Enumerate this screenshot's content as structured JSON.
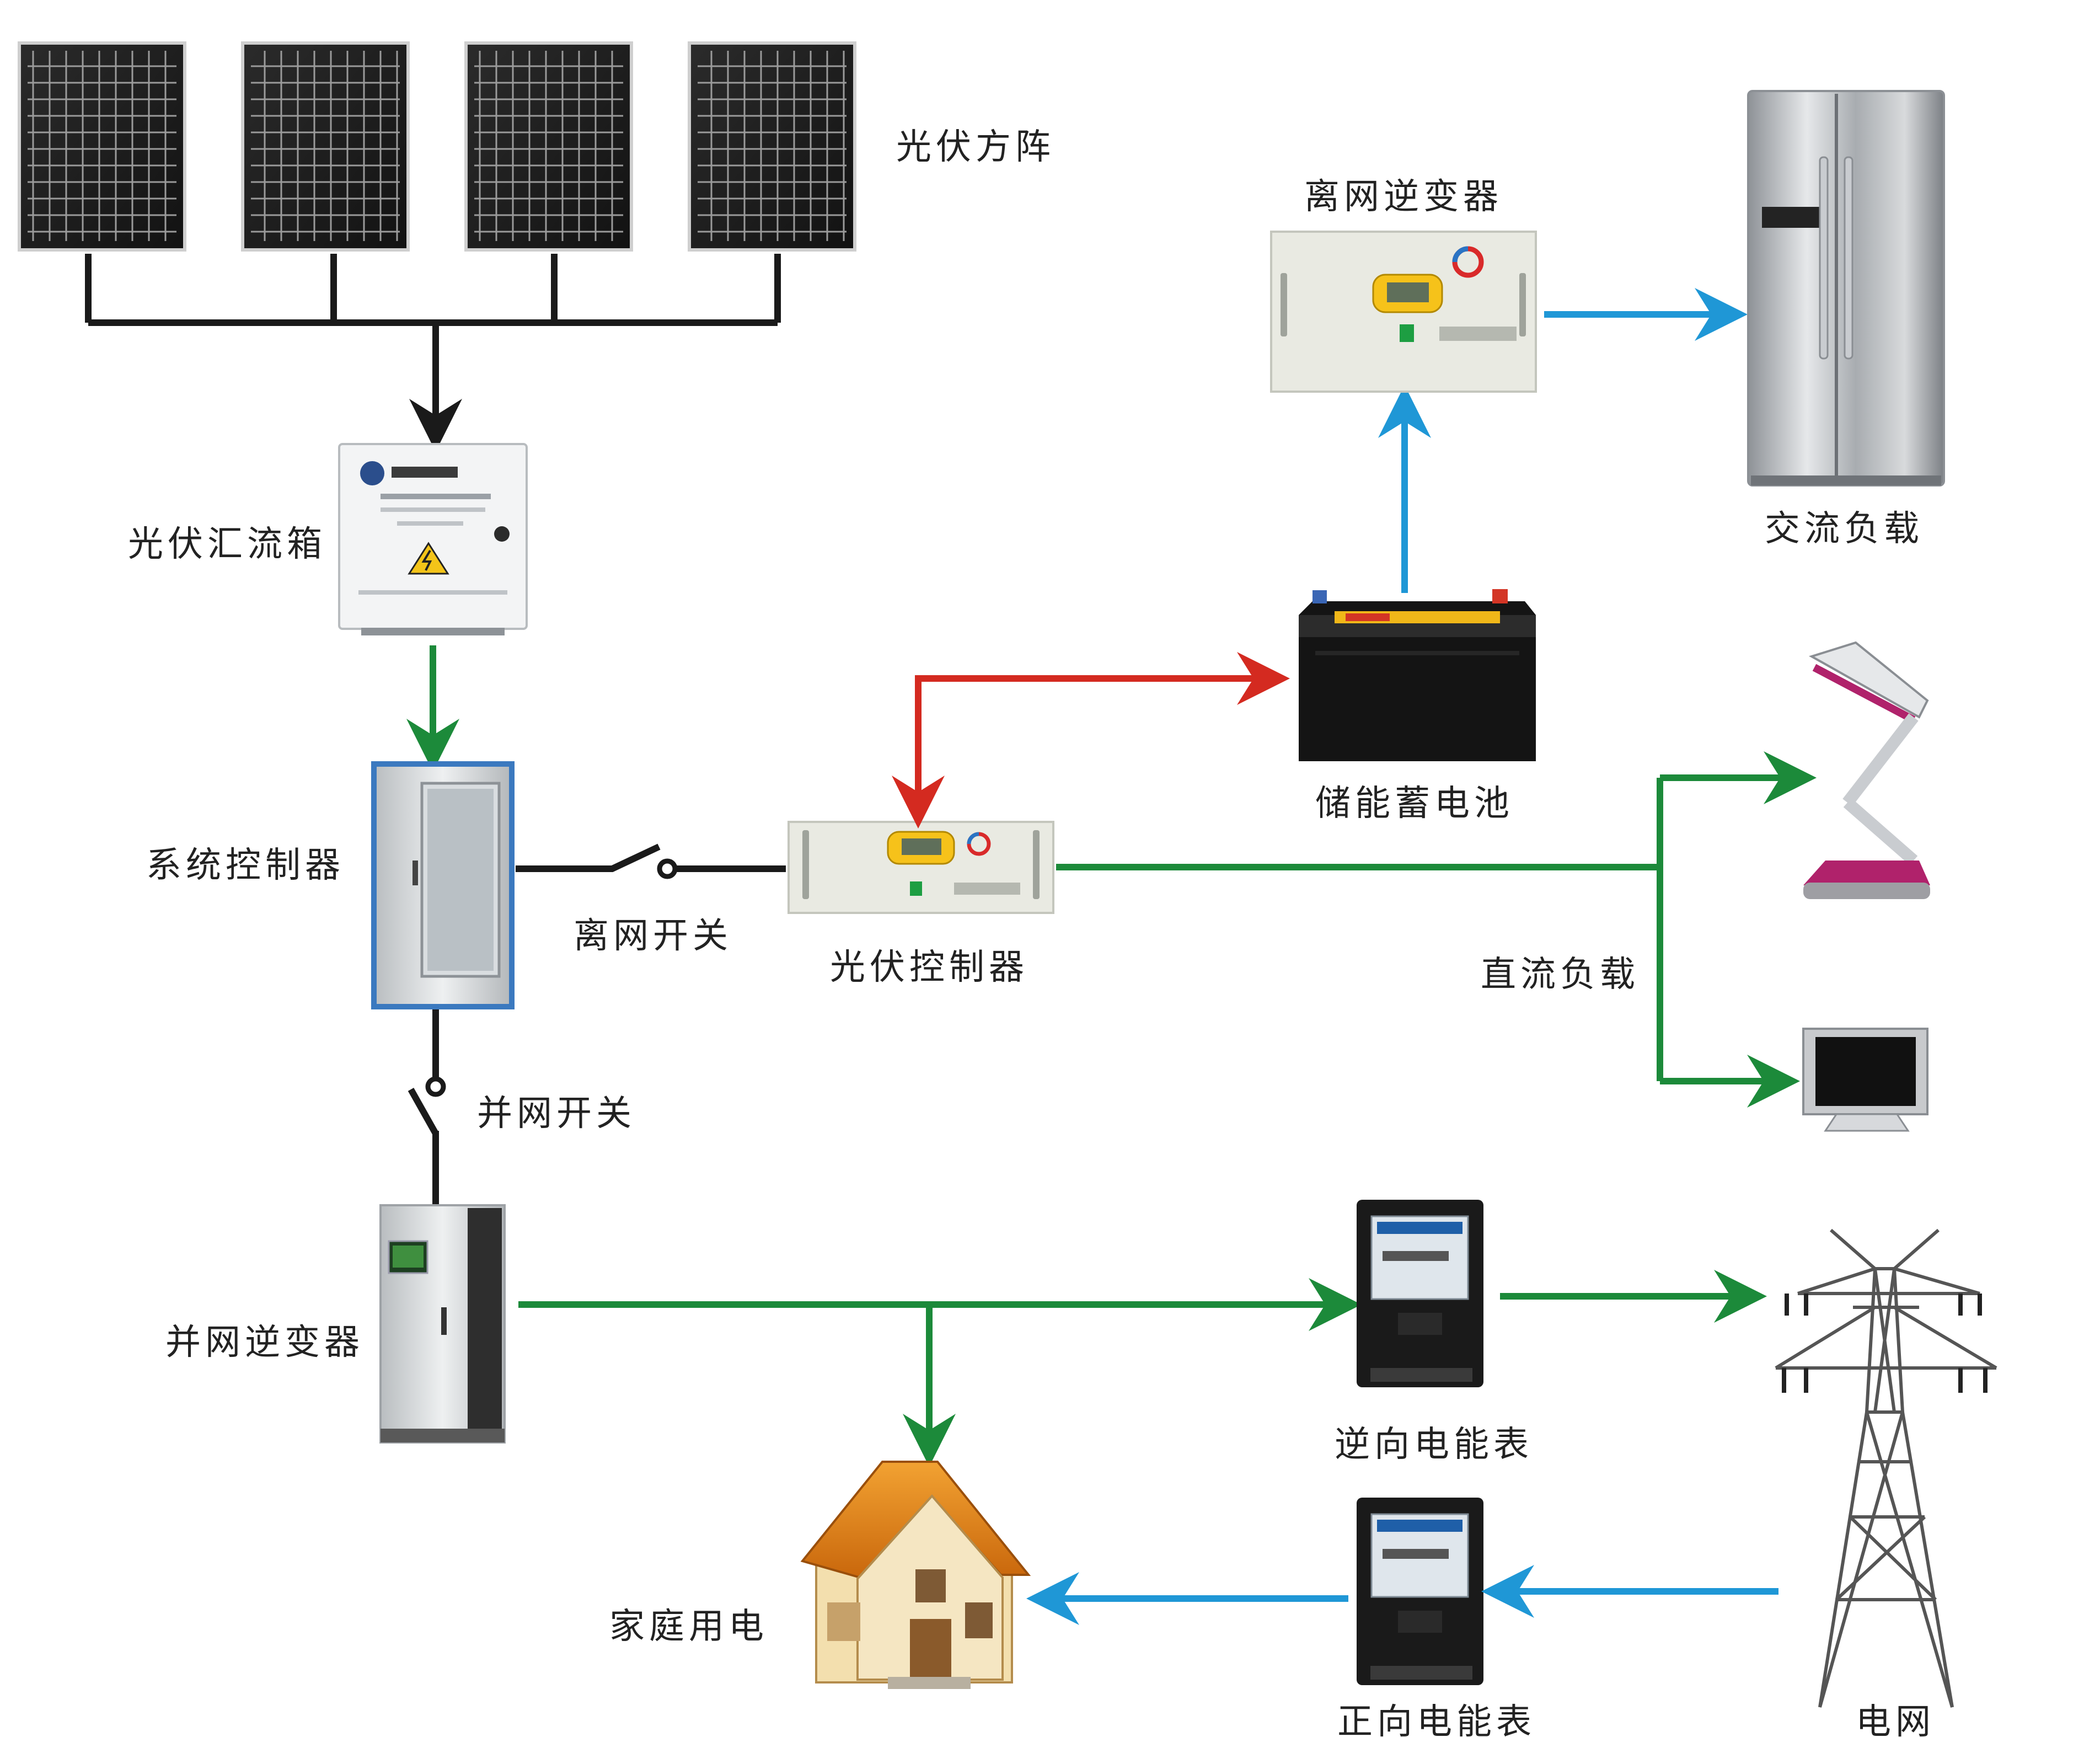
{
  "labels": {
    "pv_array": "光伏方阵",
    "combiner_box": "光伏汇流箱",
    "system_controller": "系统控制器",
    "offgrid_switch": "离网开关",
    "pv_controller": "光伏控制器",
    "battery": "储能蓄电池",
    "offgrid_inverter": "离网逆变器",
    "ac_load": "交流负载",
    "dc_load": "直流负载",
    "grid_switch": "并网开关",
    "grid_inverter": "并网逆变器",
    "reverse_meter": "逆向电能表",
    "forward_meter": "正向电能表",
    "home_power": "家庭用电",
    "grid": "电网"
  },
  "colors": {
    "dc_line": "#1a1a1a",
    "green_line": "#1c8a3a",
    "red_line": "#d42a20",
    "blue_line": "#1f97d6"
  },
  "icons": {
    "combiner_warning": "high-voltage-warning-icon"
  }
}
